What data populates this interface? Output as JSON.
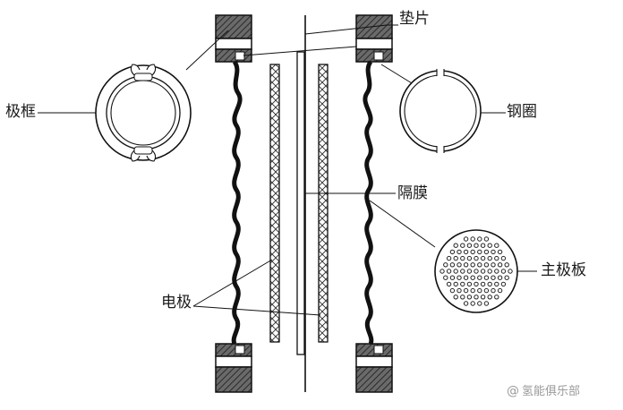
{
  "labels": {
    "gasket": "垫片",
    "pole_frame": "极框",
    "steel_ring": "钢圈",
    "diaphragm": "隔膜",
    "electrode": "电极",
    "main_pole_plate": "主极板"
  },
  "watermark": {
    "symbol": "@",
    "text": "氢能俱乐部"
  },
  "colors": {
    "ink": "#111111",
    "frame_fill": "#555555",
    "background": "#ffffff",
    "watermark": "#9a9a9a"
  }
}
